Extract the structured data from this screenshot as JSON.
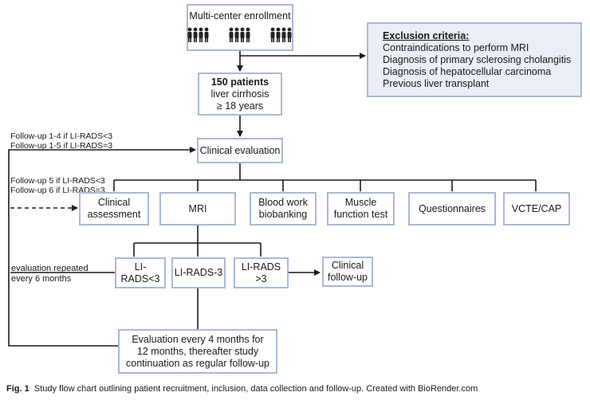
{
  "enrollment": {
    "title": "Multi-center enrollment",
    "people_icon": "people-group-icon"
  },
  "exclusion": {
    "heading": "Exclusion criteria:",
    "items": [
      "Contraindications to perform MRI",
      "Diagnosis of primary sclerosing cholangitis",
      "Diagnosis of hepatocellular carcinoma",
      "Previous liver transplant"
    ]
  },
  "patients": {
    "count": "150 patients",
    "line2": "liver cirrhosis",
    "line3": "≥ 18 years"
  },
  "followup_top": {
    "line1": "Follow-up 1-4 if LI-RADS<3",
    "line2": "Follow-up 1-5 if LI-RADS=3"
  },
  "clinical_evaluation": "Clinical evaluation",
  "followup_mid": {
    "line1": "Follow-up 5 if LI-RADS<3",
    "line2": "Follow-up 6 if LI-RADS=3"
  },
  "assessments": {
    "clinical": {
      "line1": "Clinical",
      "line2": "assessment"
    },
    "mri": "MRI",
    "blood": {
      "line1": "Blood work",
      "line2": "biobanking"
    },
    "muscle": {
      "line1": "Muscle",
      "line2": "function test"
    },
    "questionnaires": "Questionnaires",
    "vcte": "VCTE/CAP"
  },
  "repeat_note": {
    "line1": "evaluation repeated",
    "line2": "every 6 months"
  },
  "lirads": {
    "lt3": "LI-RADS<3",
    "eq3": "LI-RADS-3",
    "gt3": "LI-RADS >3"
  },
  "clinical_followup": {
    "line1": "Clinical",
    "line2": "follow-up"
  },
  "evaluation_box": {
    "line1": "Evaluation every 4 months for",
    "line2": "12 months, thereafter study",
    "line3": "continuation as regular follow-up"
  },
  "caption": {
    "label": "Fig. 1",
    "text": "Study flow chart outlining patient recruitment, inclusion, data collection and follow-up. Created with BioRender.com"
  },
  "colors": {
    "box_border": "#a9b9d6",
    "exclusion_fill": "#e9eef7",
    "line": "#1a1a1a"
  }
}
